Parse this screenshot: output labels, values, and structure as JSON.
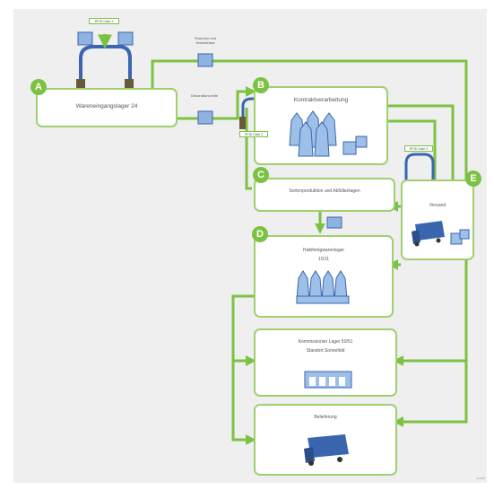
{
  "nodes": {
    "a": {
      "badge": "A",
      "label": "Wareneingangslager 24"
    },
    "b": {
      "badge": "B",
      "label": "Kontraktverarbeitung"
    },
    "c": {
      "badge": "C",
      "label": "Sortenproduktion und Abfüllanlagen"
    },
    "d": {
      "badge": "D",
      "label_line1": "Halbfertigwarenlager",
      "label_line2": "10/11"
    },
    "e": {
      "badge": "E",
      "label": "Versand"
    },
    "k": {
      "label_line1": "Kommissionier Lager 50/51",
      "label_line2": "Standort Sonnefeld"
    },
    "bel": {
      "label": "Belieferung"
    }
  },
  "gates": {
    "gate1": "RFID Gate 1",
    "gate2": "RFID Gate 2",
    "gate3": "RFID Gate 3"
  },
  "flow_labels": {
    "flaschen": "Flaschen und Verschlüsse",
    "dekoration": "Dekorations teile"
  },
  "footer": "ALIF06"
}
